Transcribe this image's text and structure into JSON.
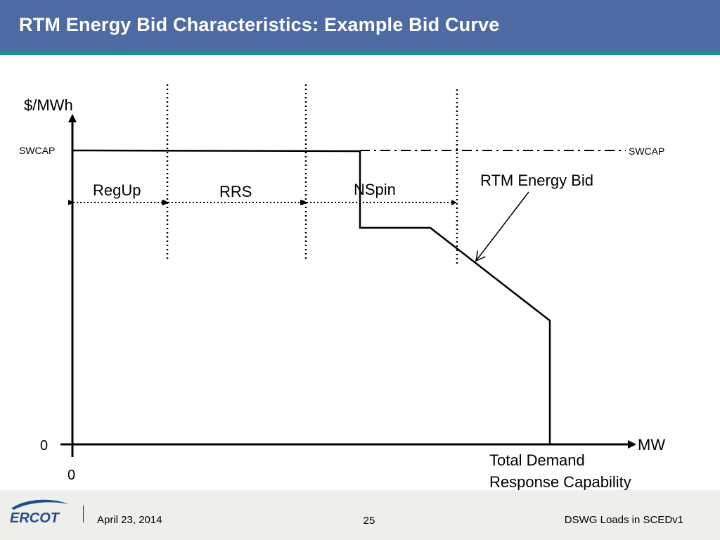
{
  "slide": {
    "title": "RTM Energy Bid Characteristics: Example Bid Curve"
  },
  "diagram": {
    "y_axis_label": "$/MWh",
    "x_axis_label": "MW",
    "y_zero_label": "0",
    "x_zero_label": "0",
    "swcap_left_label": "SWCAP",
    "swcap_right_label": "SWCAP",
    "region_labels": [
      "RegUp",
      "RRS",
      "NSpin"
    ],
    "bid_label": "RTM Energy Bid",
    "capability_label_line1": "Total Demand",
    "capability_label_line2": "Response Capability"
  },
  "footer": {
    "logo_text": "ERCOT",
    "date": "April 23, 2014",
    "page_number": "25",
    "label": "DSWG Loads in SCEDv1"
  },
  "colors": {
    "title_bar": "#4e6aa3",
    "title_accent": "#1d8f94",
    "footer_bg": "#eeeeea",
    "logo_blue": "#1f4e8c"
  }
}
